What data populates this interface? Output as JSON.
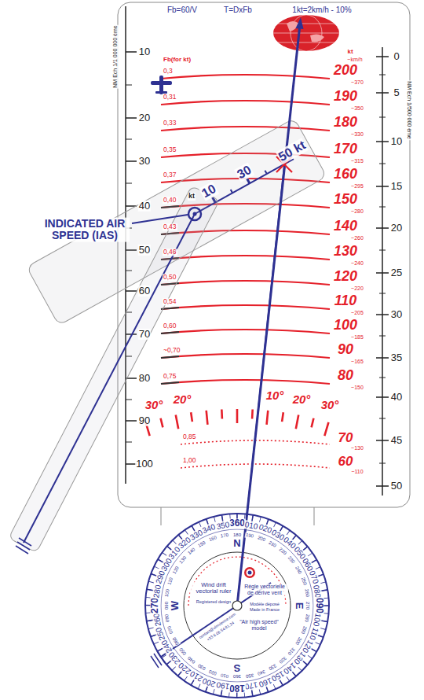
{
  "diagram": {
    "labels": [
      "Fb=60/V",
      "T=DxFb",
      "1kt=2km/h - 10%",
      "NM Ech 1/1 000 000 ème",
      "NM Ech 1/500 000 ème",
      "10",
      "20",
      "30",
      "40",
      "50",
      "60",
      "70",
      "80",
      "90",
      "100",
      "0",
      "5",
      "10",
      "15",
      "20",
      "25",
      "30",
      "35",
      "40",
      "45",
      "50",
      "Fb(for kt)",
      "0,3",
      "0,31",
      "0,33",
      "0,35",
      "0,37",
      "0,40",
      "0,43",
      "0,46",
      "0,50",
      "0,54",
      "0,60",
      "~0,70",
      "0,75",
      "0,85",
      "1,00",
      "kt",
      "~km/h",
      "200",
      "190",
      "180",
      "170",
      "160",
      "150",
      "140",
      "130",
      "120",
      "110",
      "100",
      "90",
      "80",
      "70",
      "60",
      "~370",
      "~350",
      "~330",
      "~315",
      "~295",
      "~280",
      "~260",
      "~240",
      "~220",
      "~205",
      "~185",
      "~165",
      "~150",
      "~130",
      "~110",
      "30°",
      "20°",
      "10°",
      "20°",
      "30°",
      "INDICATED AIR SPEED (IAS)",
      "kt",
      "10",
      "30",
      "50 kt",
      "360",
      "010",
      "020",
      "030",
      "040",
      "050",
      "060",
      "070",
      "080",
      "090",
      "100",
      "110",
      "120",
      "130",
      "140",
      "150",
      "160",
      "170",
      "180",
      "190",
      "200",
      "210",
      "220",
      "230",
      "240",
      "250",
      "260",
      "270",
      "280",
      "290",
      "300",
      "310",
      "320",
      "330",
      "340",
      "350",
      "N",
      "E",
      "S",
      "W",
      "180",
      "190",
      "200",
      "210",
      "220",
      "230",
      "240",
      "250",
      "260",
      "270",
      "280",
      "290",
      "300",
      "310",
      "320",
      "330",
      "340",
      "350",
      "360",
      "010",
      "020",
      "030",
      "040",
      "050",
      "060",
      "070",
      "080",
      "090",
      "100",
      "110",
      "120",
      "130",
      "140",
      "150",
      "160",
      "170",
      "Wind drift vectorial ruler",
      "Registered design",
      "\"Air high speed\" model",
      "Règle vectorielle de dérive vent",
      "Modèle déposé",
      "Made in France",
      "contact@ulmvienne.com",
      "+33 6.06.54.81.24"
    ]
  }
}
